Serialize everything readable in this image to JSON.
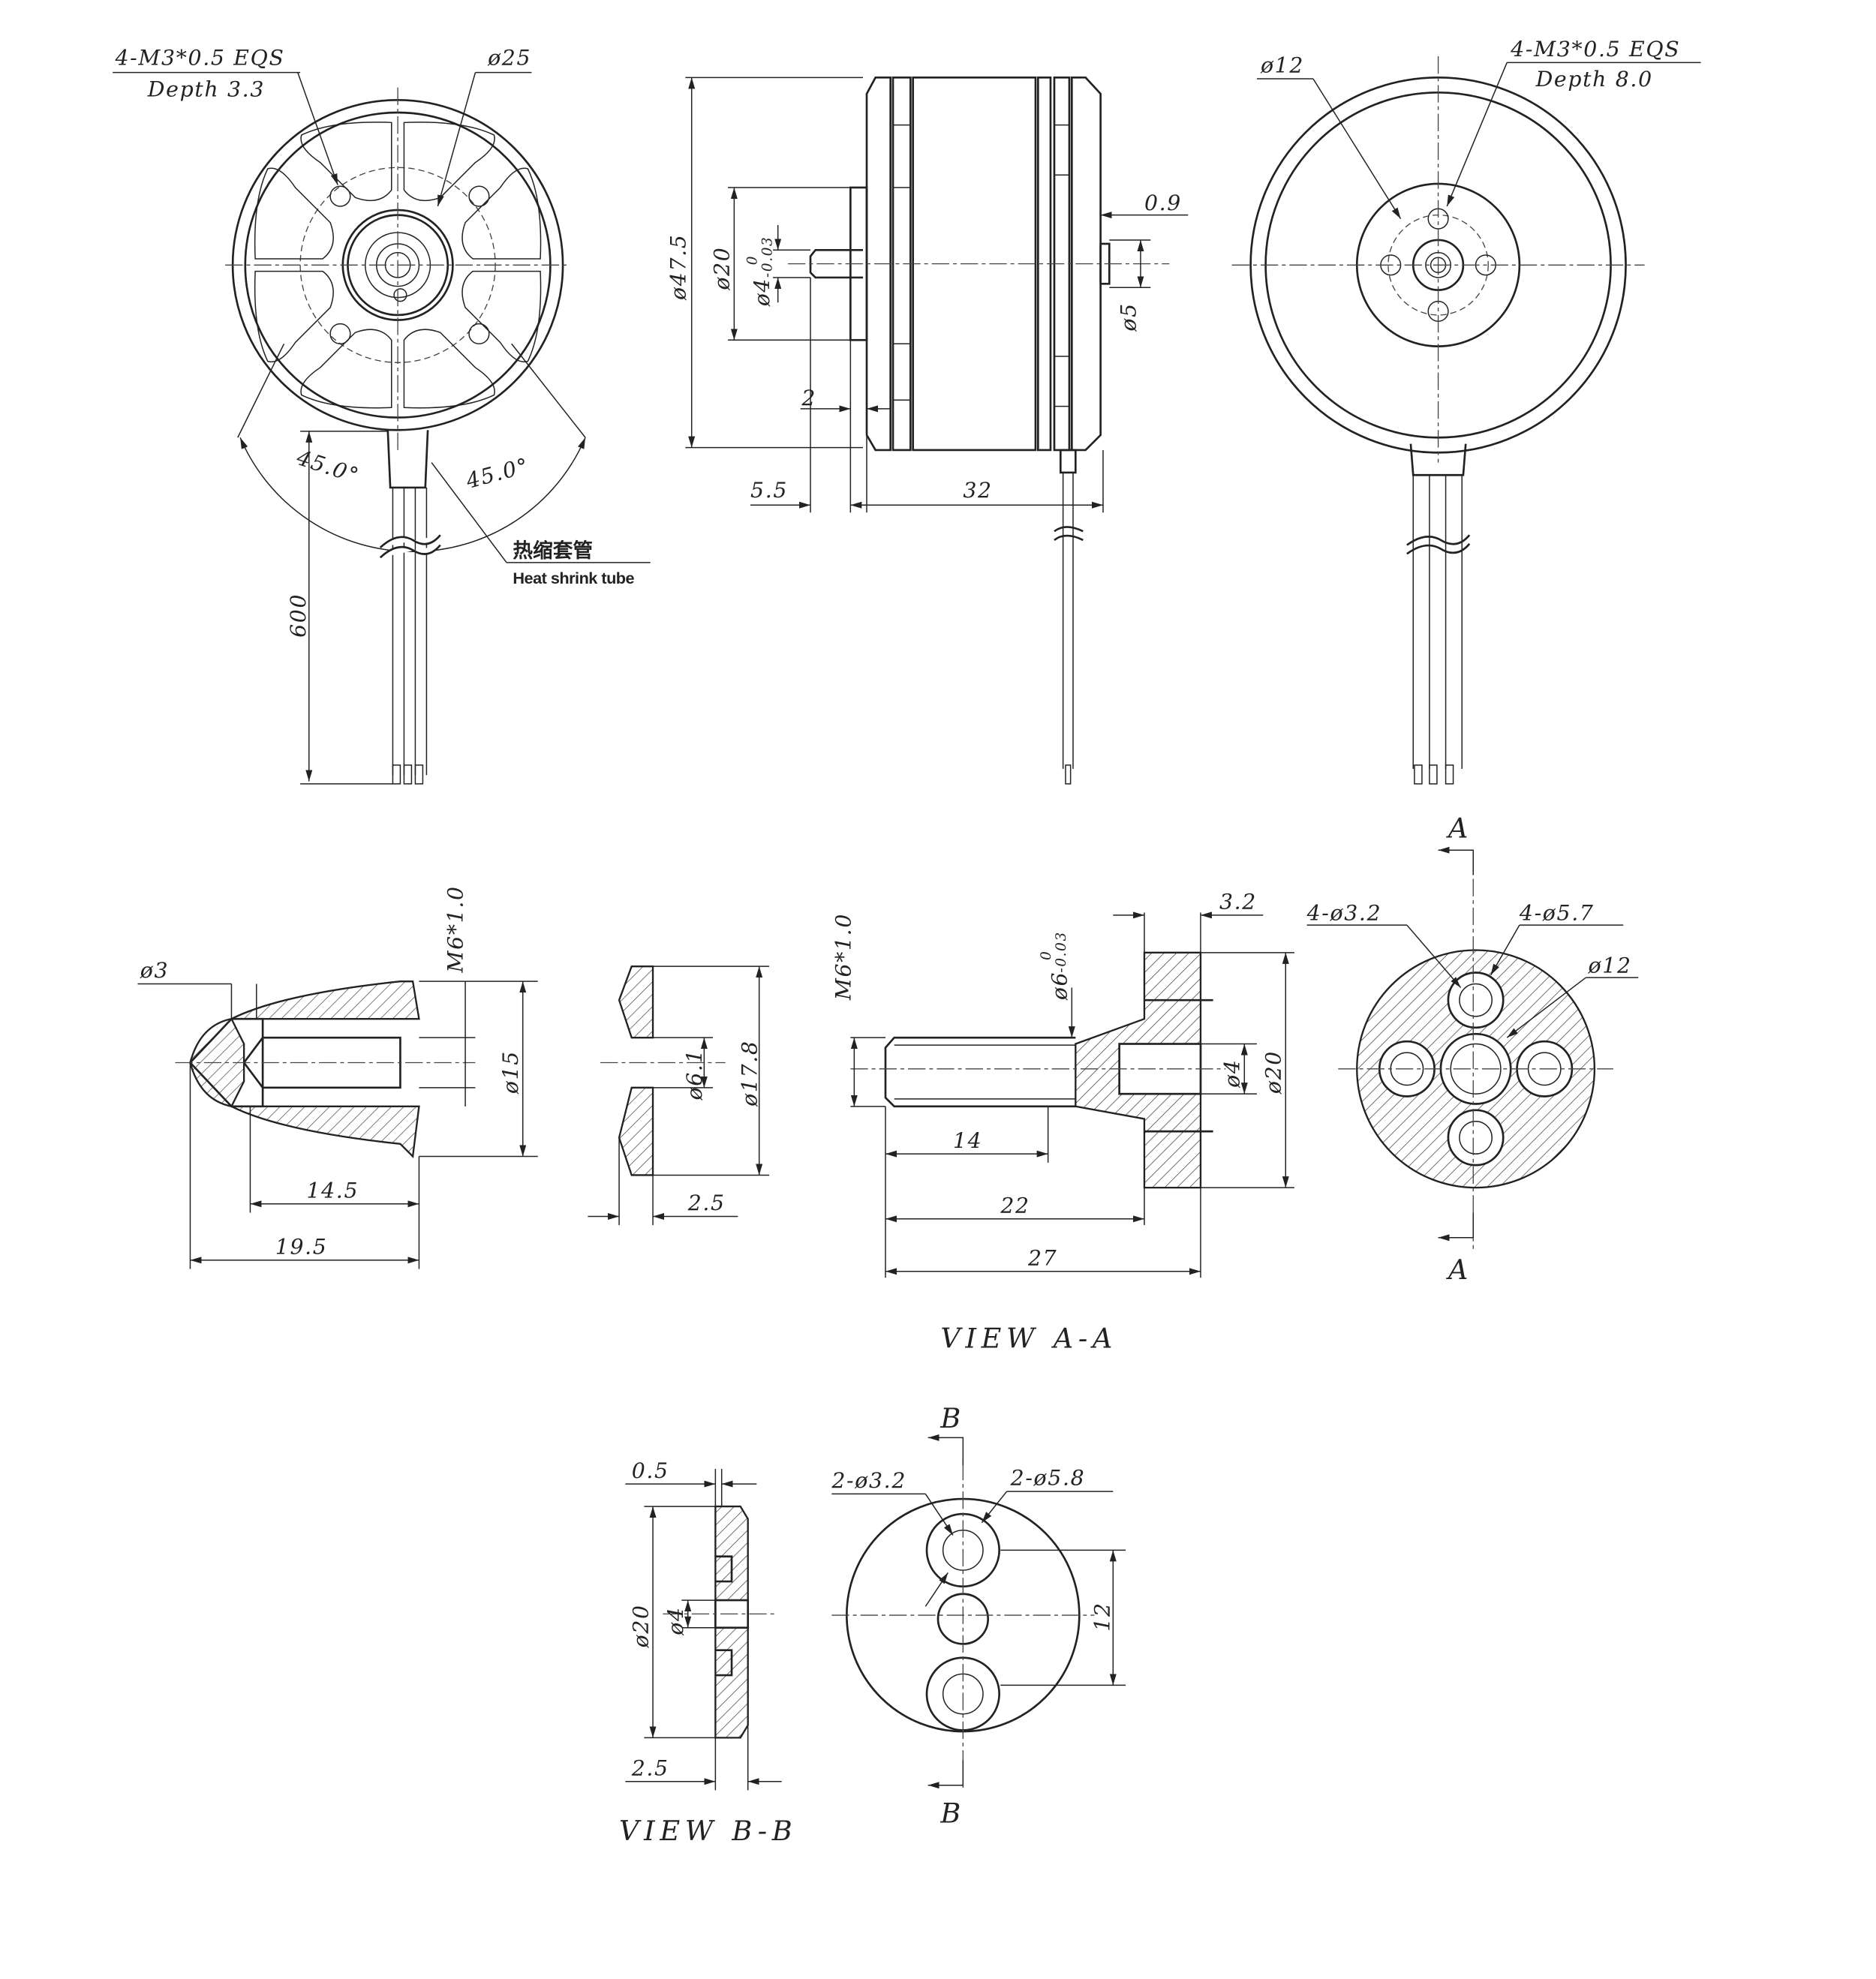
{
  "front_view": {
    "thread_note": "4-M3*0.5 EQS",
    "depth_note": "Depth 3.3",
    "pcd": "ø25",
    "angle_left": "45.0°",
    "angle_right": "45.0°",
    "lead_length": "600",
    "sleeve_cn": "热缩套管",
    "sleeve_en": "Heat shrink tube"
  },
  "side_view": {
    "dia_outer": "ø47.5",
    "dia_boss": "ø20",
    "dia_shaft": "ø4",
    "tol_upper": "0",
    "tol_lower": "-0.03",
    "boss_len": "2",
    "shaft_len": "5.5",
    "body_len": "32",
    "rear_gap": "0.9",
    "rear_dia": "ø5"
  },
  "rear_view": {
    "pcd": "ø12",
    "thread_note": "4-M3*0.5 EQS",
    "depth_note": "Depth 8.0"
  },
  "spinner_nut": {
    "tip_dia": "ø3",
    "thread": "M6*1.0",
    "dia": "ø15",
    "len_inner": "14.5",
    "len_total": "19.5"
  },
  "washer": {
    "bore": "ø6.1",
    "dia": "ø17.8",
    "thickness": "2.5"
  },
  "adapter": {
    "thread": "M6*1.0",
    "dia_shaft": "ø6",
    "tol_upper": "0",
    "tol_lower": "-0.03",
    "flange_thk": "3.2",
    "bore": "ø4",
    "flange_dia": "ø20",
    "len_thread": "14",
    "len_mid": "22",
    "len_total": "27"
  },
  "view_a": {
    "section_top": "A",
    "section_bottom": "A",
    "holes_small": "4-ø3.2",
    "holes_large": "4-ø5.7",
    "pcd": "ø12",
    "title": "VIEW A-A"
  },
  "view_b": {
    "thk_step": "0.5",
    "dia": "ø20",
    "bore": "ø4",
    "thickness": "2.5",
    "title": "VIEW B-B",
    "section_top": "B",
    "section_bottom": "B",
    "holes_small": "2-ø3.2",
    "holes_large": "2-ø5.8",
    "spacing": "12"
  }
}
